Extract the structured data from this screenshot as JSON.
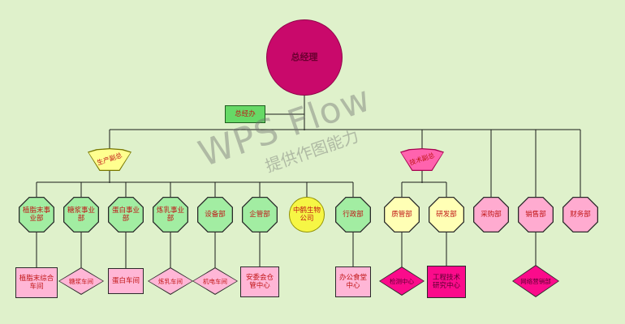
{
  "watermark": {
    "line1": "WPS Flow",
    "line2": "提供作图能力"
  },
  "colors": {
    "background": "#dff1cb",
    "ceo_fill": "#c9096b",
    "office_fill": "#66d966",
    "division_fill": "#a2eda2",
    "bio_fill": "#f6f645",
    "tech_dept_fill": "#ffffb5",
    "pink_dept_fill": "#ffabd0",
    "workshop_fill": "#ffb6d6",
    "highlight_fill": "#fb0b8b",
    "vp_prod_fill": "#ffff8f",
    "vp_tech_fill": "#ff63ae",
    "label_color": "#c01515"
  },
  "nodes": {
    "ceo": "总经理",
    "office": "总经办",
    "vp_prod": "生产副总",
    "vp_tech": "技术副总",
    "creamer_division": "植脂末事业部",
    "syrup_division": "糖浆事业部",
    "protein_division": "蛋白事业部",
    "condensed_milk_division": "炼乳事业部",
    "equipment_dept": "设备部",
    "enterprise_mgmt_dept": "企管部",
    "zhonghe_bio": "中鹤生物公司",
    "admin_dept": "行政部",
    "quality_dept": "质管部",
    "rnd_dept": "研发部",
    "purchasing_dept": "采购部",
    "sales_dept": "销售部",
    "finance_dept": "财务部",
    "creamer_workshop": "植脂末综合车间",
    "syrup_workshop": "糖浆车间",
    "protein_workshop": "蛋白车间",
    "condensed_milk_workshop": "炼乳车间",
    "mech_elec_workshop": "机电车间",
    "safety_warehouse_center": "安委会仓管中心",
    "office_canteen_center": "办公食堂中心",
    "testing_center": "检测中心",
    "engineering_research_center": "工程技术研究中心",
    "online_marketing_dept": "网络营销部"
  }
}
